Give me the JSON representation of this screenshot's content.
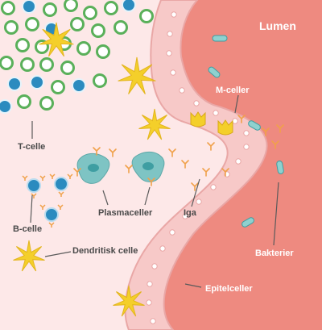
{
  "labels": {
    "lumen": "Lumen",
    "m_celler": "M-celler",
    "t_celle": "T-celle",
    "b_celle": "B-celle",
    "plasmaceller": "Plasmaceller",
    "iga": "Iga",
    "dendritisk_celle": "Dendritisk celle",
    "bakterier": "Bakterier",
    "epitelceller": "Epitelceller"
  },
  "colors": {
    "tissue": "#fde8e8",
    "lumen": "#ee8a80",
    "epithelium": "#f7c9c8",
    "epithelium_border": "#e9a7a6",
    "nucleus": "#ffffff",
    "t_cell_ring": "#5ab05a",
    "b_cell_fill": "#2b8bbf",
    "dendritic_cell": "#f4cf2a",
    "plasma_cell": "#7ec4c4",
    "iga": "#f0a14a",
    "bacteria": "#8fd1cf"
  }
}
